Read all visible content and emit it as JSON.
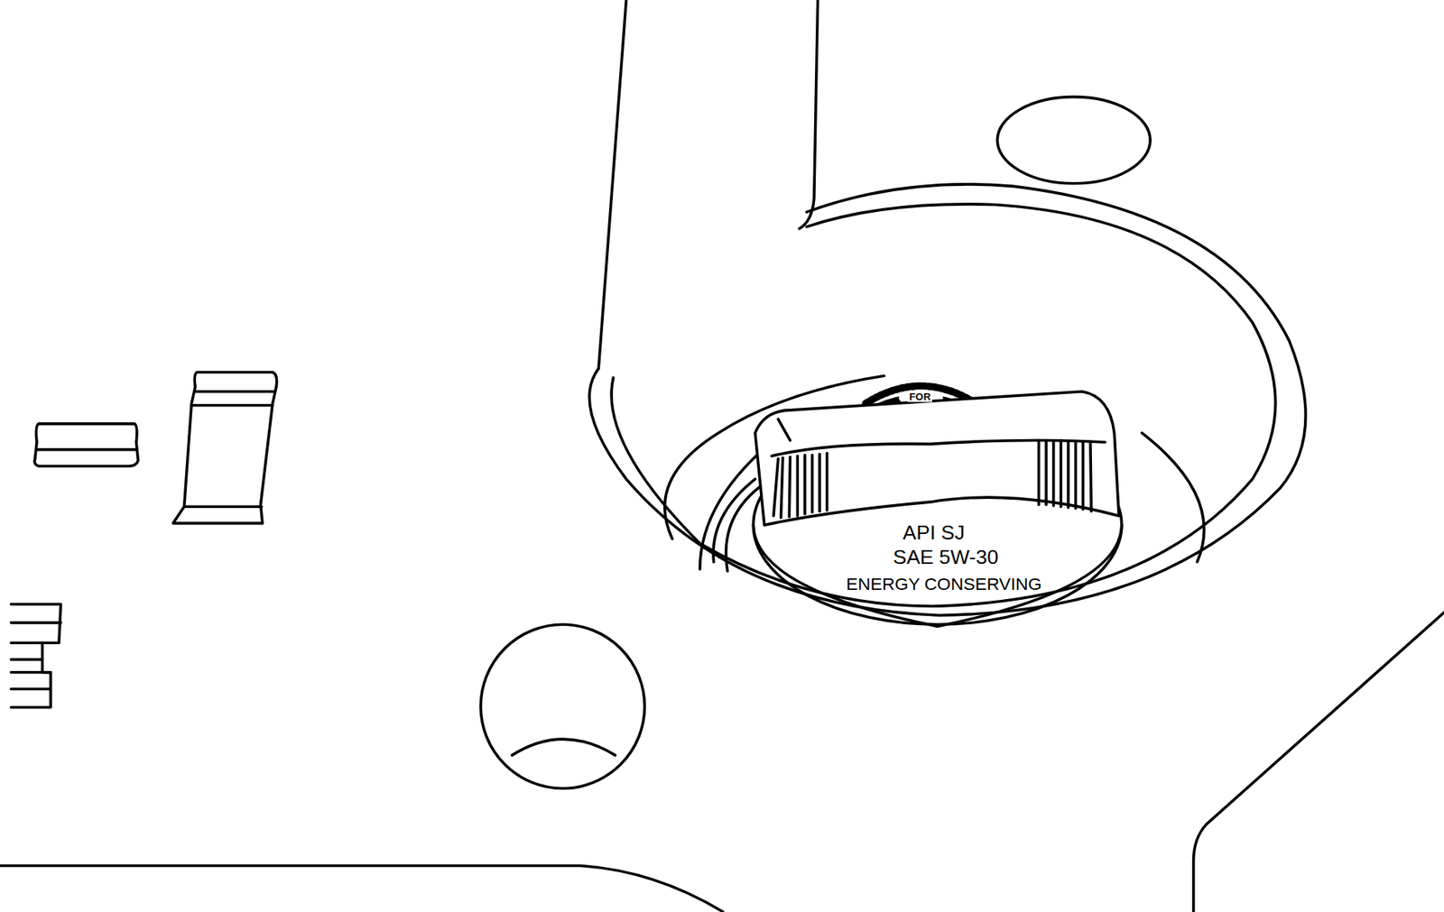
{
  "diagram": {
    "labels": [
      "FOR",
      "API SJ",
      "SAE 5W-30",
      "ENERGY CONSERVING"
    ]
  }
}
